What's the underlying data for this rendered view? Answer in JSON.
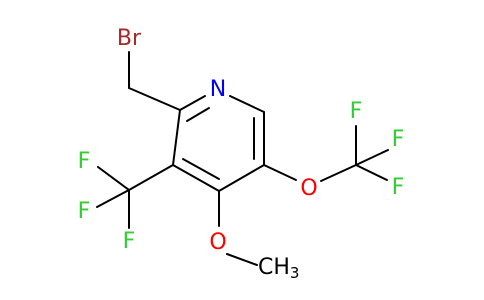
{
  "molecule": {
    "atoms": {
      "br": "Br",
      "n": "N",
      "f1": "F",
      "f2": "F",
      "f3": "F",
      "o1": "O",
      "f4": "F",
      "f5": "F",
      "f6": "F",
      "o2": "O",
      "ch3_c": "CH",
      "ch3_sub": "3"
    },
    "colors": {
      "bromine": "#A52A2A",
      "nitrogen": "#0000FF",
      "oxygen": "#FF0000",
      "fluorine": "#33CC33",
      "carbon": "#000000"
    }
  }
}
